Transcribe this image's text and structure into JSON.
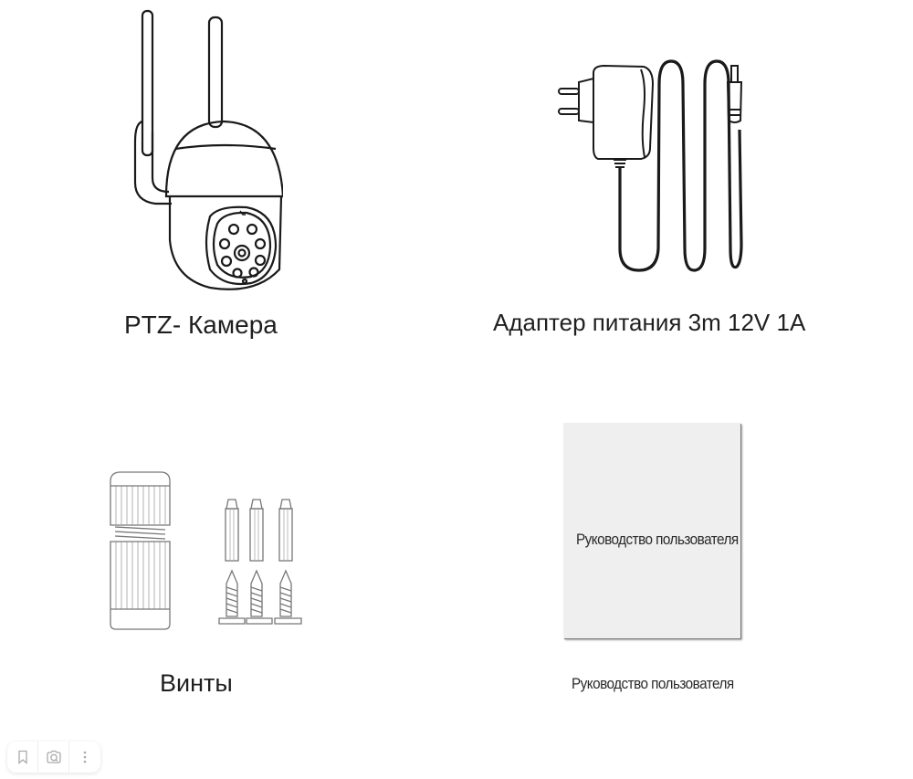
{
  "items": [
    {
      "id": "camera",
      "caption": "PTZ- Камера",
      "icon": "ptz-camera-illustration"
    },
    {
      "id": "adapter",
      "caption": "Адаптер питания 3m 12V 1A",
      "icon": "power-adapter-illustration"
    },
    {
      "id": "screws",
      "caption": "Винты",
      "icon": "screws-and-anchors-illustration"
    },
    {
      "id": "manual",
      "caption": "Руководство пользователя",
      "book_text": "Руководство пользователя",
      "icon": "user-manual-illustration"
    }
  ],
  "toolbar": {
    "buttons": [
      {
        "icon": "bookmark-icon"
      },
      {
        "icon": "visual-search-icon"
      },
      {
        "icon": "more-options-icon"
      }
    ]
  },
  "colors": {
    "background": "#ffffff",
    "line": "#1a1a1a",
    "manual_fill": "#efefef"
  }
}
